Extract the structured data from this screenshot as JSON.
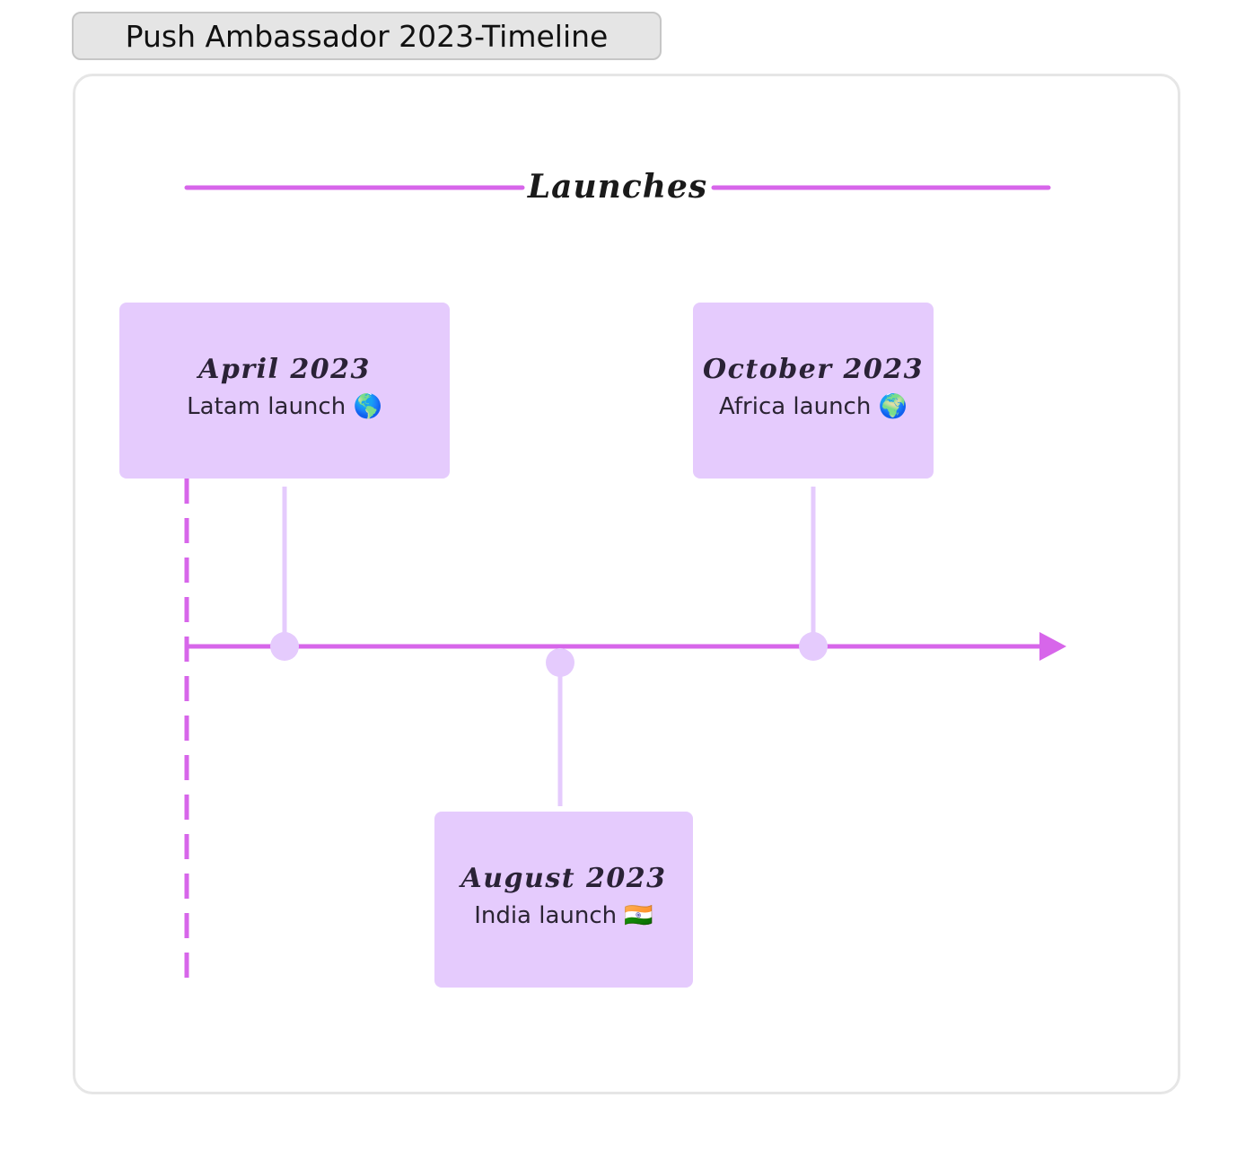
{
  "header": {
    "title": "Push Ambassador 2023-Timeline"
  },
  "section": {
    "label": "Launches"
  },
  "events": [
    {
      "date": "April 2023",
      "description": "Latam launch 🌎"
    },
    {
      "date": "October 2023",
      "description": "Africa launch 🌍"
    },
    {
      "date": "August 2023",
      "description": "India launch 🇮🇳"
    }
  ],
  "colors": {
    "accent": "#d766ea",
    "card": "#e5cbfd",
    "connector": "#e5cbfd",
    "frame_border": "#e6e6e6",
    "tab_fill": "#e5e5e5"
  }
}
